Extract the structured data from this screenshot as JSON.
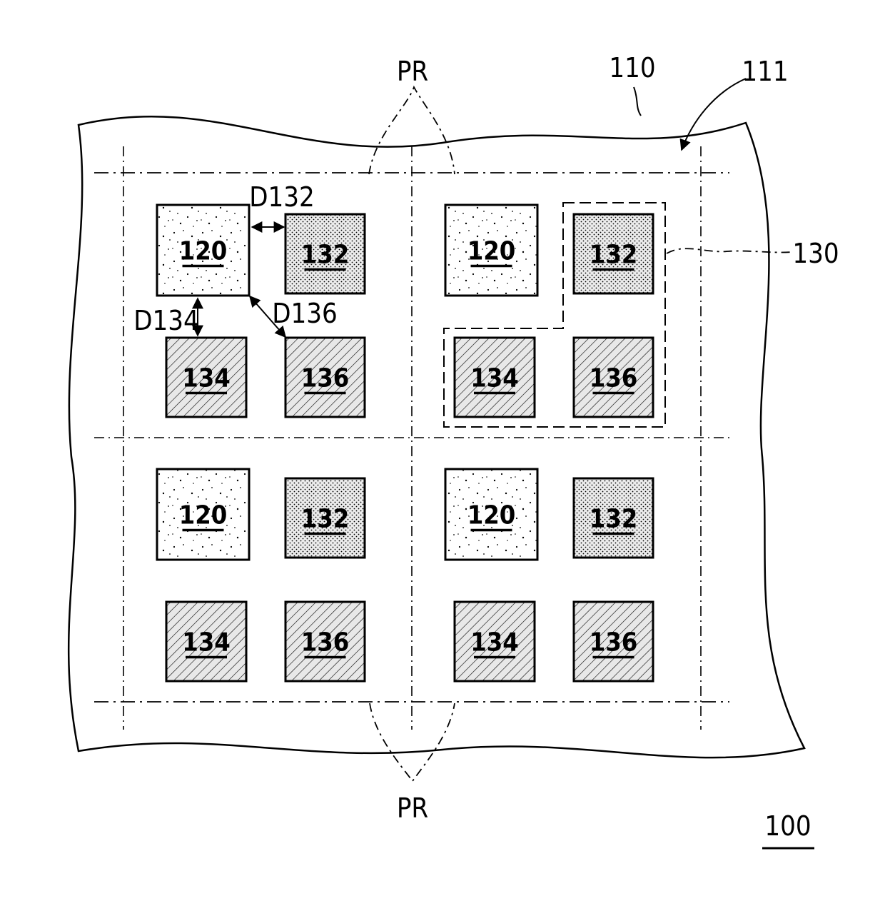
{
  "labels": {
    "substrate": "110",
    "surface": "111",
    "pixel_region_top": "PR",
    "pixel_region_bottom": "PR",
    "group": "130",
    "device": "100",
    "d132": "D132",
    "d134": "D134",
    "d136": "D136"
  },
  "cells": [
    {
      "c120": "120",
      "c132": "132",
      "c134": "134",
      "c136": "136"
    },
    {
      "c120": "120",
      "c132": "132",
      "c134": "134",
      "c136": "136"
    },
    {
      "c120": "120",
      "c132": "132",
      "c134": "134",
      "c136": "136"
    },
    {
      "c120": "120",
      "c132": "132",
      "c134": "134",
      "c136": "136"
    }
  ]
}
